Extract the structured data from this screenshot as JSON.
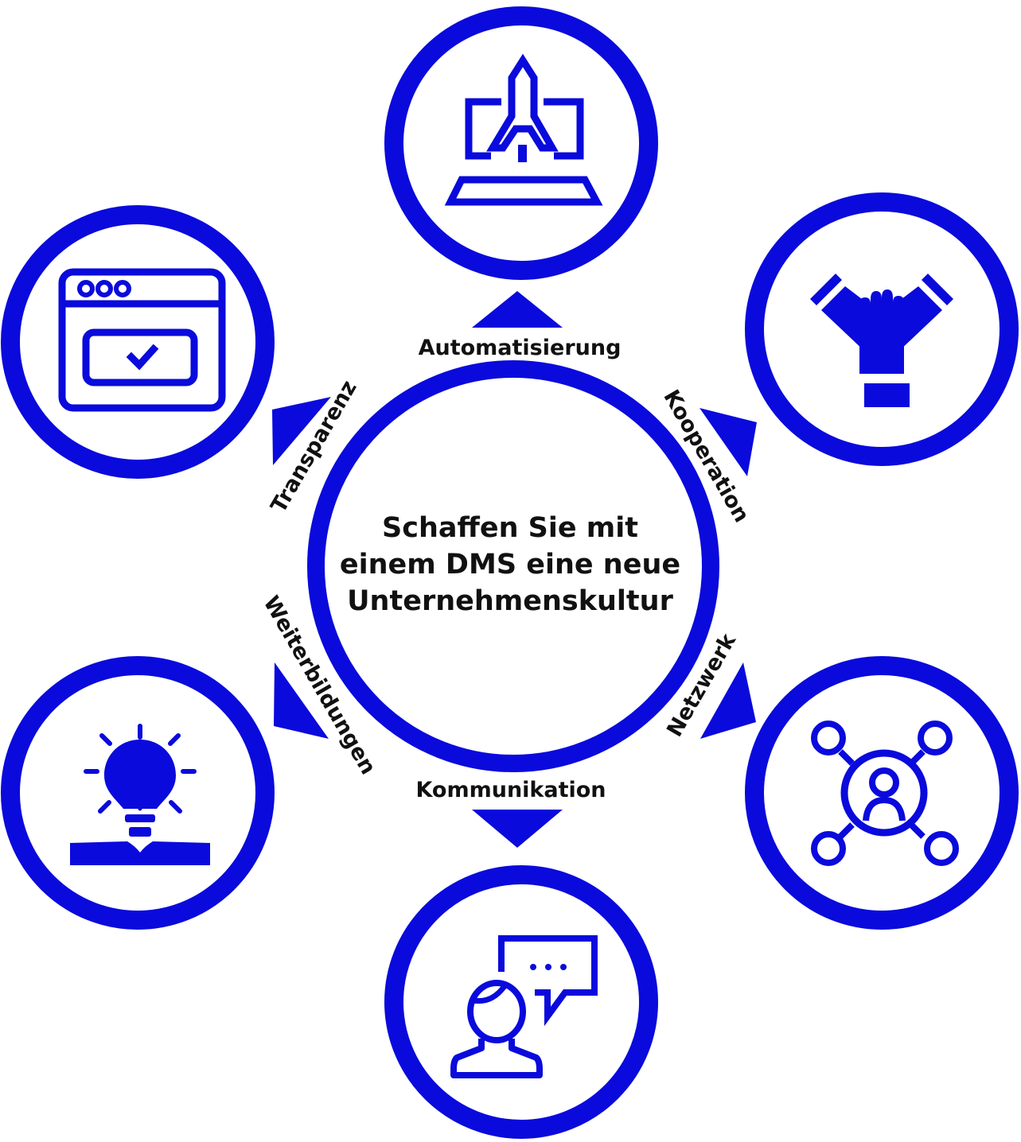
{
  "colors": {
    "accent": "#0a0adc",
    "text": "#111111",
    "background": "#ffffff"
  },
  "center": {
    "line1": "Schaffen Sie mit",
    "line2": "einem DMS eine neue",
    "line3": "Unternehmenskultur"
  },
  "nodes": [
    {
      "label": "Automatisierung",
      "icon": "rocket-laptop-icon"
    },
    {
      "label": "Kooperation",
      "icon": "stacked-hands-icon"
    },
    {
      "label": "Netzwerk",
      "icon": "user-network-icon"
    },
    {
      "label": "Kommunikation",
      "icon": "person-speech-bubble-icon"
    },
    {
      "label": "Weiterbildungen",
      "icon": "lightbulb-book-icon"
    },
    {
      "label": "Transparenz",
      "icon": "browser-checkmark-icon"
    }
  ]
}
